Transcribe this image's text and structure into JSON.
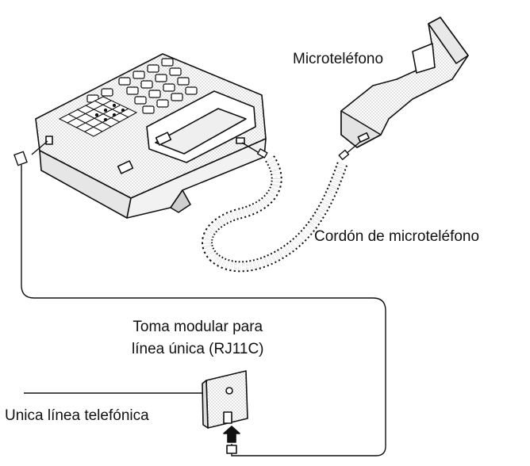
{
  "labels": {
    "handset": "Microteléfono",
    "handset_cord": "Cordón de microteléfono",
    "modular_jack_line1": "Toma modular para",
    "modular_jack_line2": "línea única (RJ11C)",
    "phone_line": "Unica línea telefónica"
  },
  "colors": {
    "ink": "#111111",
    "shade": "#d9d9d9",
    "light_shade": "#ececec",
    "background": "#ffffff"
  }
}
